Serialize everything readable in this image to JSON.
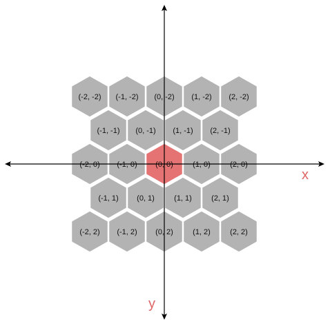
{
  "colors": {
    "hex_fill": "#b3b3b3",
    "hex_stroke": "#ffffff",
    "highlight_fill": "#e57373",
    "axis": "#000000",
    "axis_label": "#e06666"
  },
  "axes": {
    "x_label": "x",
    "y_label": "y"
  },
  "grid": {
    "highlighted": "(0, 0)",
    "rows": [
      {
        "r": -2,
        "cells": [
          {
            "q": -2,
            "label": "(-2, -2)"
          },
          {
            "q": -1,
            "label": "(-1, -2)"
          },
          {
            "q": 0,
            "label": "(0, -2)"
          },
          {
            "q": 1,
            "label": "(1, -2)"
          },
          {
            "q": 2,
            "label": "(2, -2)"
          }
        ]
      },
      {
        "r": -1,
        "cells": [
          {
            "q": -1,
            "label": "(-1, -1)"
          },
          {
            "q": 0,
            "label": "(0, -1)"
          },
          {
            "q": 1,
            "label": "(1, -1)"
          },
          {
            "q": 2,
            "label": "(2, -1)"
          }
        ]
      },
      {
        "r": 0,
        "cells": [
          {
            "q": -2,
            "label": "(-2, 0)"
          },
          {
            "q": -1,
            "label": "(-1, 0)"
          },
          {
            "q": 0,
            "label": "(0, 0)"
          },
          {
            "q": 1,
            "label": "(1, 0)"
          },
          {
            "q": 2,
            "label": "(2, 0)"
          }
        ]
      },
      {
        "r": 1,
        "cells": [
          {
            "q": -1,
            "label": "(-1, 1)"
          },
          {
            "q": 0,
            "label": "(0, 1)"
          },
          {
            "q": 1,
            "label": "(1, 1)"
          },
          {
            "q": 2,
            "label": "(2, 1)"
          }
        ]
      },
      {
        "r": 2,
        "cells": [
          {
            "q": -2,
            "label": "(-2, 2)"
          },
          {
            "q": -1,
            "label": "(-1, 2)"
          },
          {
            "q": 0,
            "label": "(0, 2)"
          },
          {
            "q": 1,
            "label": "(1, 2)"
          },
          {
            "q": 2,
            "label": "(2, 2)"
          }
        ]
      }
    ]
  }
}
